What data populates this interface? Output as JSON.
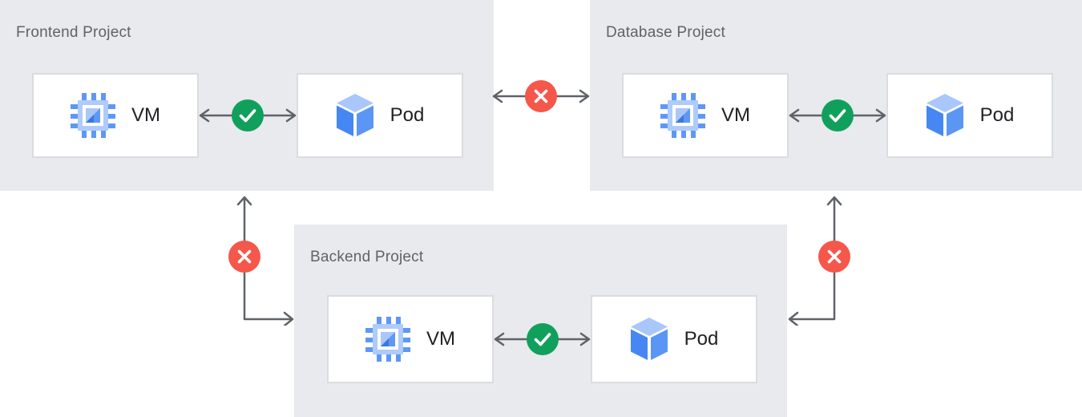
{
  "projects": [
    {
      "title": "Frontend Project",
      "vm_label": "VM",
      "pod_label": "Pod",
      "internal_connection": "allowed"
    },
    {
      "title": "Database Project",
      "vm_label": "VM",
      "pod_label": "Pod",
      "internal_connection": "allowed"
    },
    {
      "title": "Backend Project",
      "vm_label": "VM",
      "pod_label": "Pod",
      "internal_connection": "allowed"
    }
  ],
  "cross_project_connections": [
    {
      "from": "Frontend Project",
      "to": "Database Project",
      "status": "blocked"
    },
    {
      "from": "Frontend Project",
      "to": "Backend Project",
      "status": "blocked"
    },
    {
      "from": "Database Project",
      "to": "Backend Project",
      "status": "blocked"
    }
  ],
  "icons": {
    "vm": "compute-engine-chip-icon",
    "pod": "cube-icon",
    "allowed": "check-icon",
    "blocked": "cross-icon",
    "connector": "double-headed-arrow"
  },
  "colors": {
    "project_background": "#e8eaed",
    "card_background": "#ffffff",
    "card_border": "#dadce0",
    "allowed_green": "#10a05c",
    "blocked_red": "#f5574b",
    "arrow_gray": "#5f6368",
    "title_gray": "#5f6368",
    "label_dark": "#202124",
    "icon_blue": "#4285f4",
    "icon_light_blue": "#aecbfa"
  }
}
